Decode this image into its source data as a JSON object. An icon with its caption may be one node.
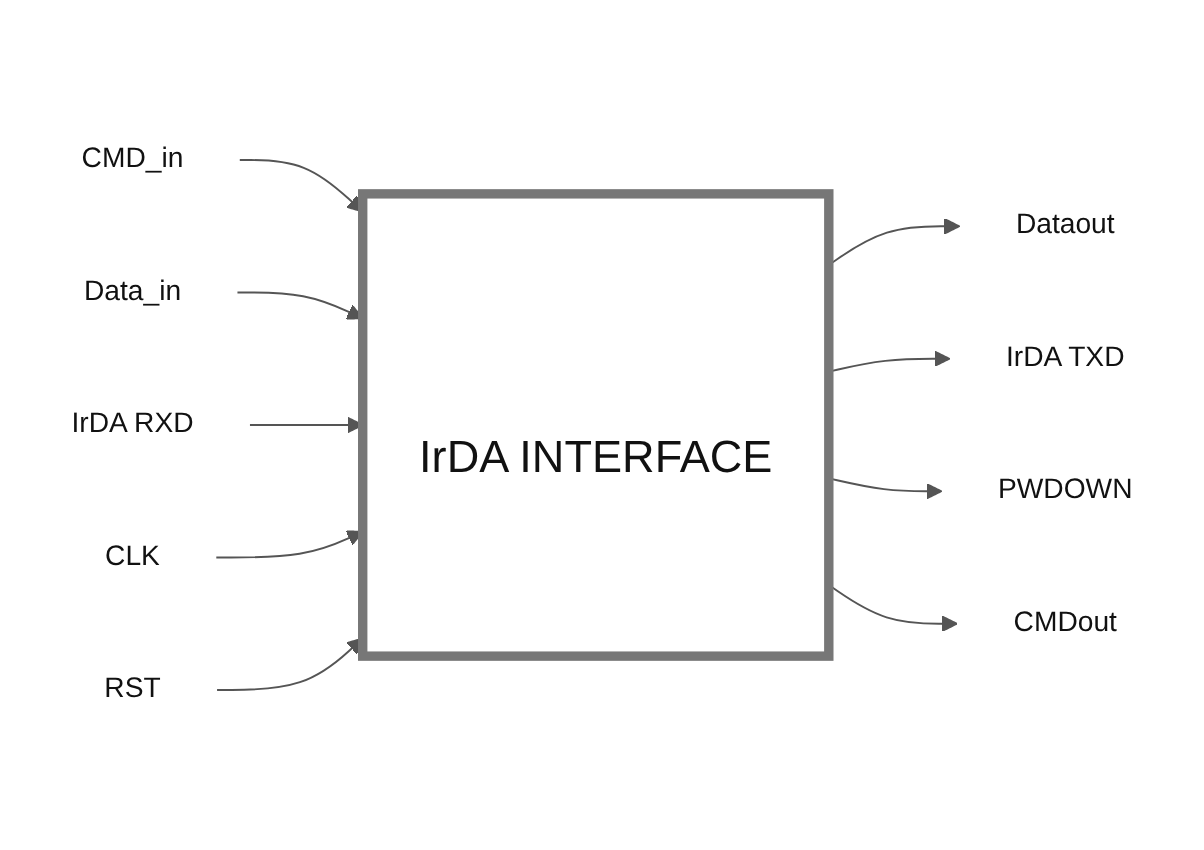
{
  "diagram": {
    "nodes": [
      {
        "text": [
          "CMD_in"
        ]
      },
      {
        "text": [
          "Data_in"
        ]
      },
      {
        "text": [
          "IrDA RXD"
        ]
      },
      {
        "text": [
          "CLK"
        ]
      },
      {
        "text": [
          "RST"
        ]
      },
      {
        "text": [
          "IrDA INTERFACE"
        ]
      },
      {
        "text": [
          "Dataout"
        ]
      },
      {
        "text": [
          "IrDA TXD"
        ]
      },
      {
        "text": [
          "PWDOWN"
        ]
      },
      {
        "text": [
          "CMDout"
        ]
      }
    ],
    "edges": [
      {
        "from": 0,
        "to": 5,
        "arrow": "to"
      },
      {
        "from": 1,
        "to": 5,
        "arrow": "to"
      },
      {
        "from": 2,
        "to": 5,
        "arrow": "to"
      },
      {
        "from": 3,
        "to": 5,
        "arrow": "to"
      },
      {
        "from": 4,
        "to": 5,
        "arrow": "to"
      },
      {
        "from": 5,
        "to": 6,
        "arrow": "to"
      },
      {
        "from": 5,
        "to": 7,
        "arrow": "to"
      },
      {
        "from": 5,
        "to": 8,
        "arrow": "to"
      },
      {
        "from": 5,
        "to": 9,
        "arrow": "to"
      }
    ]
  }
}
